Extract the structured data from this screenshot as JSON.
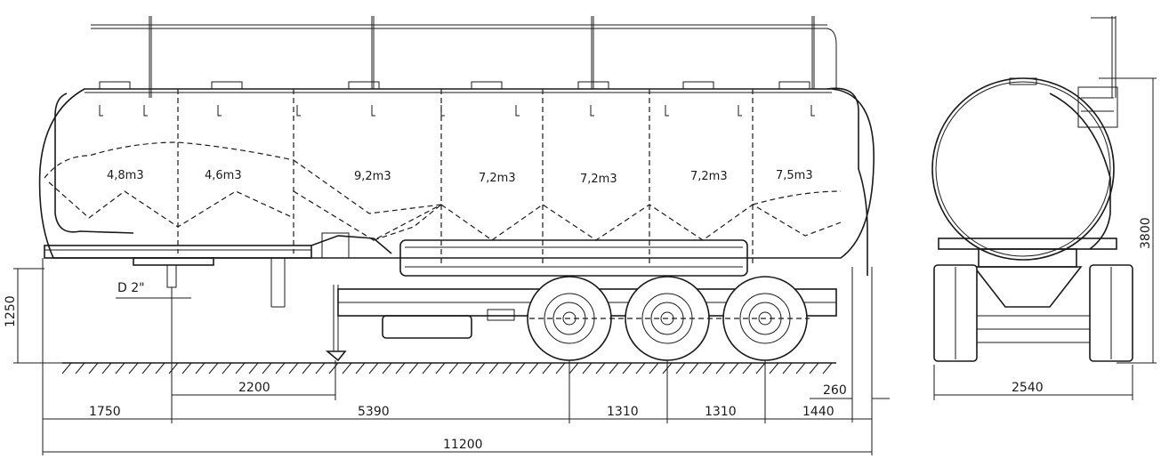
{
  "compartments": [
    {
      "volume": "4,8m3"
    },
    {
      "volume": "4,6m3"
    },
    {
      "volume": "9,2m3"
    },
    {
      "volume": "7,2m3"
    },
    {
      "volume": "7,2m3"
    },
    {
      "volume": "7,2m3"
    },
    {
      "volume": "7,5m3"
    }
  ],
  "dimensions": {
    "height_hitch": "1250",
    "kingpin": "D 2\"",
    "hitch_to_support": "2200",
    "rear_gap": "260",
    "front_overhang": "1750",
    "wheelbase_main": "5390",
    "axle_spacing_1": "1310",
    "axle_spacing_2": "1310",
    "rear_overhang": "1440",
    "total_length": "11200",
    "width": "2540",
    "total_height": "3800"
  }
}
